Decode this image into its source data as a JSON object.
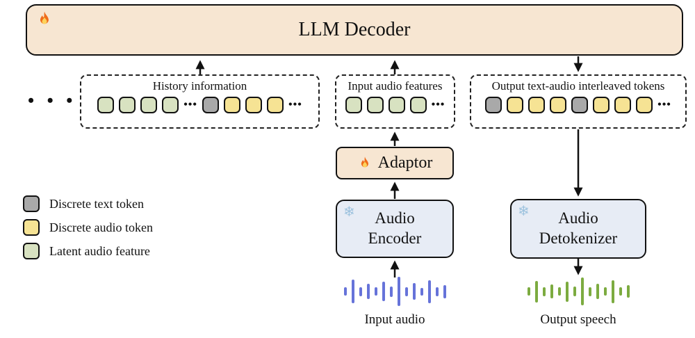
{
  "colors": {
    "box_warm_bg": "#f7e6d2",
    "box_cool_bg": "#e7ecf5",
    "token_text": "#a9a9a9",
    "token_audio": "#f6e394",
    "token_latent": "#d8e2c1"
  },
  "decoder": {
    "label": "LLM Decoder",
    "icon": "fire-icon"
  },
  "ellipsis_left": "•  •  •",
  "dots_text": "•••",
  "groups": [
    {
      "id": "history",
      "label": "History information",
      "tokens": [
        "latent",
        "latent",
        "latent",
        "latent",
        "dots",
        "text",
        "audio",
        "audio",
        "audio",
        "dots"
      ]
    },
    {
      "id": "input-features",
      "label": "Input audio features",
      "tokens": [
        "latent",
        "latent",
        "latent",
        "latent",
        "dots"
      ]
    },
    {
      "id": "output-tokens",
      "label": "Output text-audio interleaved tokens",
      "tokens": [
        "text",
        "audio",
        "audio",
        "audio",
        "text",
        "audio",
        "audio",
        "audio",
        "dots"
      ]
    }
  ],
  "adaptor": {
    "label": "Adaptor",
    "icon": "fire-icon"
  },
  "encoder": {
    "label": "Audio\nEncoder",
    "icon": "snowflake-icon"
  },
  "detokenizer": {
    "label": "Audio\nDetokenizer",
    "icon": "snowflake-icon"
  },
  "snowflake_glyph": "❄",
  "legend": [
    {
      "type": "text",
      "label": "Discrete text token"
    },
    {
      "type": "audio",
      "label": "Discrete audio token"
    },
    {
      "type": "latent",
      "label": "Latent audio feature"
    }
  ],
  "waveforms": {
    "input": {
      "label": "Input audio",
      "color": "#6673d9",
      "bars": [
        12,
        34,
        13,
        22,
        12,
        28,
        15,
        42,
        13,
        24,
        11,
        33,
        13,
        19
      ]
    },
    "output": {
      "label": "Output speech",
      "color": "#7cab40",
      "bars": [
        12,
        31,
        13,
        20,
        12,
        29,
        14,
        40,
        13,
        22,
        12,
        33,
        12,
        18
      ]
    }
  }
}
